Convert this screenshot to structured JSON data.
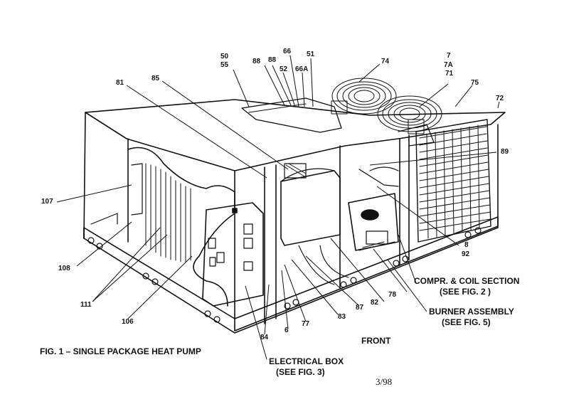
{
  "callouts": {
    "c50": "50",
    "c55": "55",
    "c88a": "88",
    "c88b": "88",
    "c66": "66",
    "c52": "52",
    "c66a": "66A",
    "c51": "51",
    "c74": "74",
    "c7": "7",
    "c7a": "7A",
    "c71": "71",
    "c75": "75",
    "c72": "72",
    "c81": "81",
    "c85": "85",
    "c89": "89",
    "c107": "107",
    "c8": "8",
    "c92": "92",
    "c108": "108",
    "c111": "111",
    "c106": "106",
    "c84": "84",
    "c6": "6",
    "c77": "77",
    "c83": "83",
    "c87": "87",
    "c82": "82",
    "c78": "78"
  },
  "sections": {
    "compr_line1": "COMPR. & COIL SECTION",
    "compr_line2": "(SEE FIG. 2 )",
    "burner_line1": "BURNER ASSEMBLY",
    "burner_line2": "(SEE FIG. 5)",
    "front": "FRONT",
    "elec_line1": "ELECTRICAL BOX",
    "elec_line2": "(SEE FIG. 3)"
  },
  "caption": "FIG. 1 – SINGLE PACKAGE HEAT PUMP",
  "page_code": "3/98"
}
